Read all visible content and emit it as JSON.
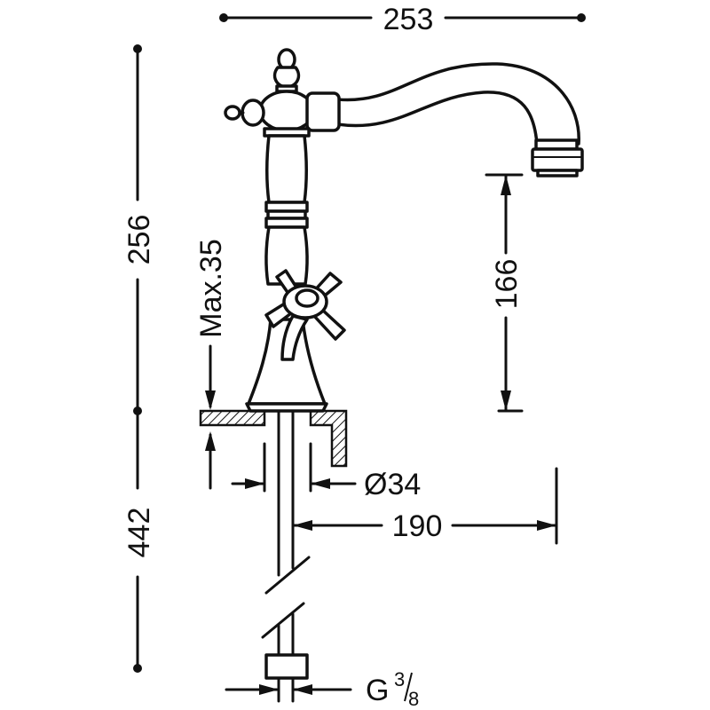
{
  "dimensions": {
    "total_width": "253",
    "upper_height": "256",
    "lower_height": "442",
    "spout_height": "166",
    "max_deck": "Max.35",
    "hole_diameter": "Ø34",
    "reach": "190",
    "connection_prefix": "G",
    "connection_num": "3",
    "connection_den": "8"
  },
  "colors": {
    "line": "#111111",
    "background": "#ffffff"
  }
}
